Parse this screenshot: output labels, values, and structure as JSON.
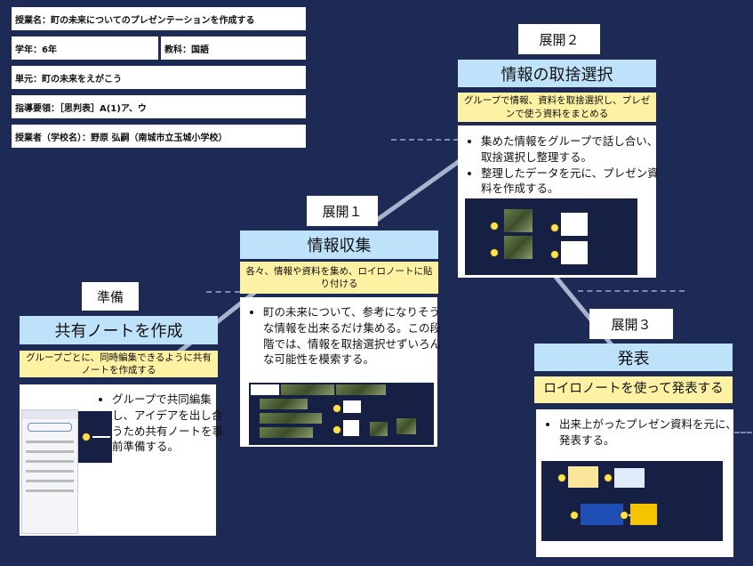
{
  "header": {
    "lesson_name": "授業名：町の未来についてのプレゼンテーションを作成する",
    "grade": "学年：6年",
    "subject": "教科：国語",
    "unit": "単元：町の未来をえがこう",
    "guideline": "指導要領：［思判表］A(1)ア、ウ",
    "teacher": "授業者（学校名）：野原 弘嗣（南城市立玉城小学校）"
  },
  "stages": [
    {
      "label": "準備",
      "title": "共有ノートを作成",
      "subtitle": "グループごとに、同時編集できるように共有ノートを作成する",
      "bullets": [
        "グループで共同編集し、アイデアを出し合うため共有ノートを事前準備する。"
      ]
    },
    {
      "label": "展開１",
      "title": "情報収集",
      "subtitle": "各々、情報や資料を集め、ロイロノートに貼り付ける",
      "bullets": [
        "町の未来について、参考になりそうな情報を出来るだけ集める。この段階では、情報を取捨選択せずいろんな可能性を模索する。"
      ]
    },
    {
      "label": "展開２",
      "title": "情報の取捨選択",
      "subtitle": "グループで情報、資料を取捨選択し、プレゼンで使う資料をまとめる",
      "bullets": [
        "集めた情報をグループで話し合い、取捨選択し整理する。",
        "整理したデータを元に、プレゼン資料を作成する。"
      ]
    },
    {
      "label": "展開３",
      "title": "発表",
      "subtitle": "ロイロノートを使って発表する",
      "bullets": [
        "出来上がったプレゼン資料を元に、発表する。"
      ]
    }
  ],
  "colors": {
    "background": "#1c2a55",
    "title_bar": "#bfe2fb",
    "subtitle_bar": "#fdf1a3",
    "connector": "#a9b4cc"
  }
}
